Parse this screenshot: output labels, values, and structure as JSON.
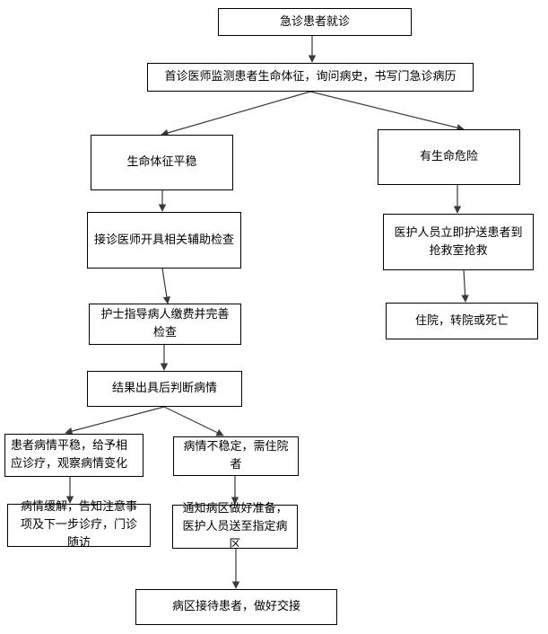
{
  "flowchart": {
    "nodes": {
      "start": "急诊患者就诊",
      "first_doctor": "首诊医师监测患者生命体征，询问病史，书写门急诊病历",
      "stable_vitals": "生命体征平稳",
      "life_danger": "有生命危险",
      "aux_exam": "接诊医师开具相关辅助检查",
      "rescue": "医护人员立即护送患者到抢救室抢救",
      "nurse_guide": "护士指导病人缴费并完善检查",
      "outcome": "住院，转院或死亡",
      "judge": "结果出具后判断病情",
      "condition_stable": "患者病情平稳，给予相应诊疗，观察病情变化",
      "condition_unstable": "病情不稳定，需住院者",
      "relieved": "病情缓解，告知注意事项及下一步诊疗，门诊随访",
      "notify_ward": "通知病区做好准备，医护人员送至指定病区",
      "ward_receive": "病区接待患者，做好交接"
    }
  }
}
